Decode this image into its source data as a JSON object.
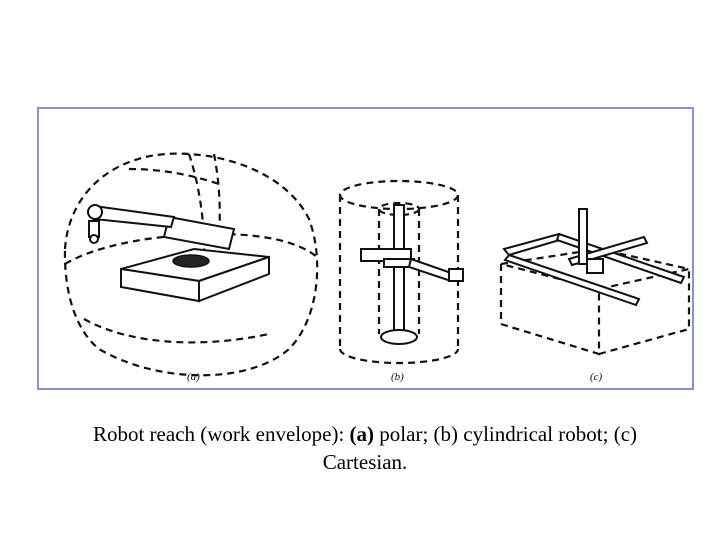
{
  "figure": {
    "labels": {
      "a": "(a)",
      "b": "(b)",
      "c": "(c)"
    }
  },
  "caption": {
    "prefix": "Robot reach (work envelope): ",
    "bold_part": "(a)",
    "rest_line1": " polar; (b) cylindrical robot; (c)",
    "line2": "Cartesian."
  },
  "colors": {
    "frame_border": "#8a93c9",
    "ink": "#111111"
  }
}
